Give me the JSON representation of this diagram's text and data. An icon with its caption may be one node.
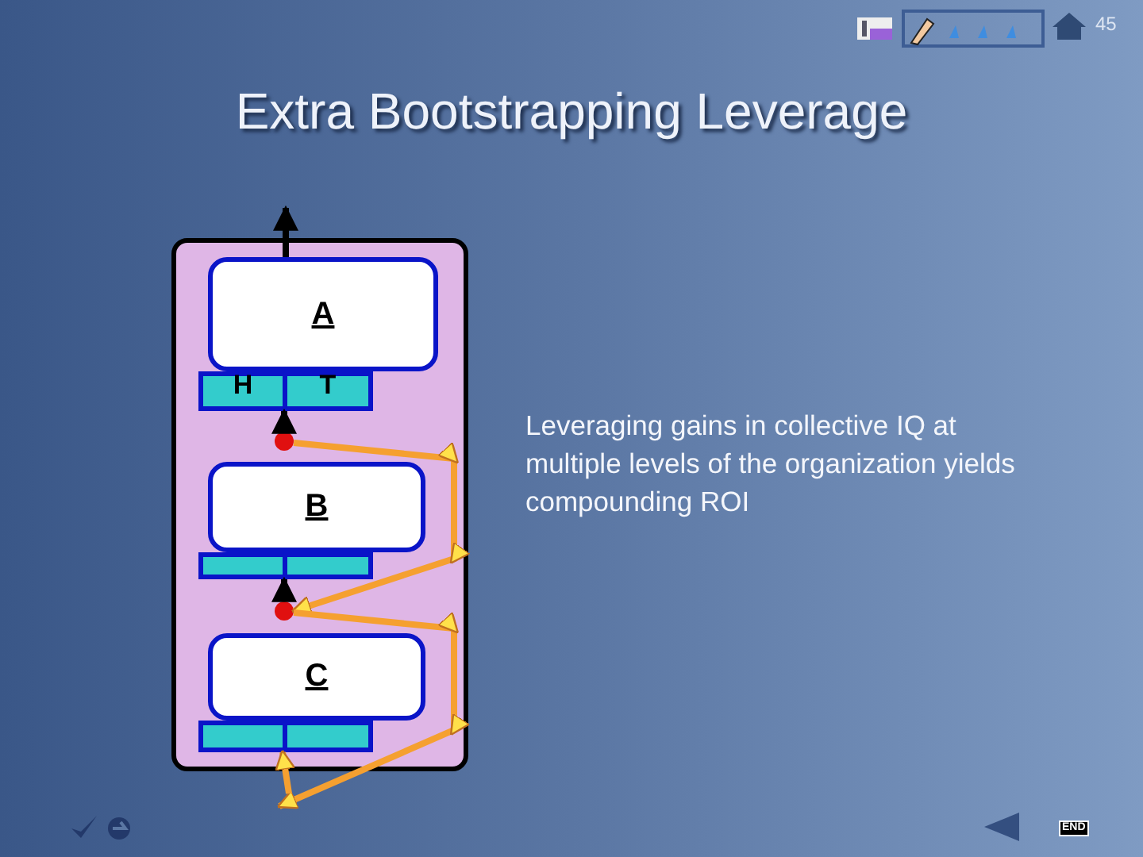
{
  "diagram": {
    "title": "Extra Bootstrapping Leverage",
    "nodes": [
      {
        "text": [],
        "shape": "box"
      },
      {
        "text": [
          "A"
        ],
        "in": 0
      },
      {
        "text": [
          "H"
        ],
        "in": 0
      },
      {
        "text": [
          "T"
        ],
        "in": 0
      },
      {
        "text": [
          "B"
        ],
        "in": 0
      },
      {
        "text": [],
        "shape": "box",
        "in": 0
      },
      {
        "text": [],
        "shape": "box",
        "in": 0
      },
      {
        "text": [
          "C"
        ],
        "in": 0
      },
      {
        "text": [],
        "shape": "box",
        "in": 0
      },
      {
        "text": [],
        "shape": "box",
        "in": 0
      },
      {
        "text": [],
        "shape": "circle",
        "in": 0
      },
      {
        "text": [],
        "shape": "circle",
        "in": 0
      }
    ],
    "edges": [
      {
        "from": 1,
        "to": null,
        "arrow": "to",
        "color": "#000000"
      },
      {
        "from": 10,
        "to": 2,
        "arrow": "to",
        "color": "#000000"
      },
      {
        "from": 11,
        "to": 5,
        "arrow": "to",
        "color": "#000000"
      },
      {
        "from": 10,
        "to": 11,
        "arrow": "to",
        "color": "#f5a030"
      },
      {
        "from": 11,
        "to": null,
        "arrow": "to",
        "color": "#f5a030"
      },
      {
        "from": null,
        "to": 8,
        "arrow": "to",
        "color": "#f5a030"
      }
    ],
    "labels": [
      "Leveraging gains in collective IQ at multiple levels of the organization yields compounding ROI",
      "45",
      "END"
    ]
  }
}
